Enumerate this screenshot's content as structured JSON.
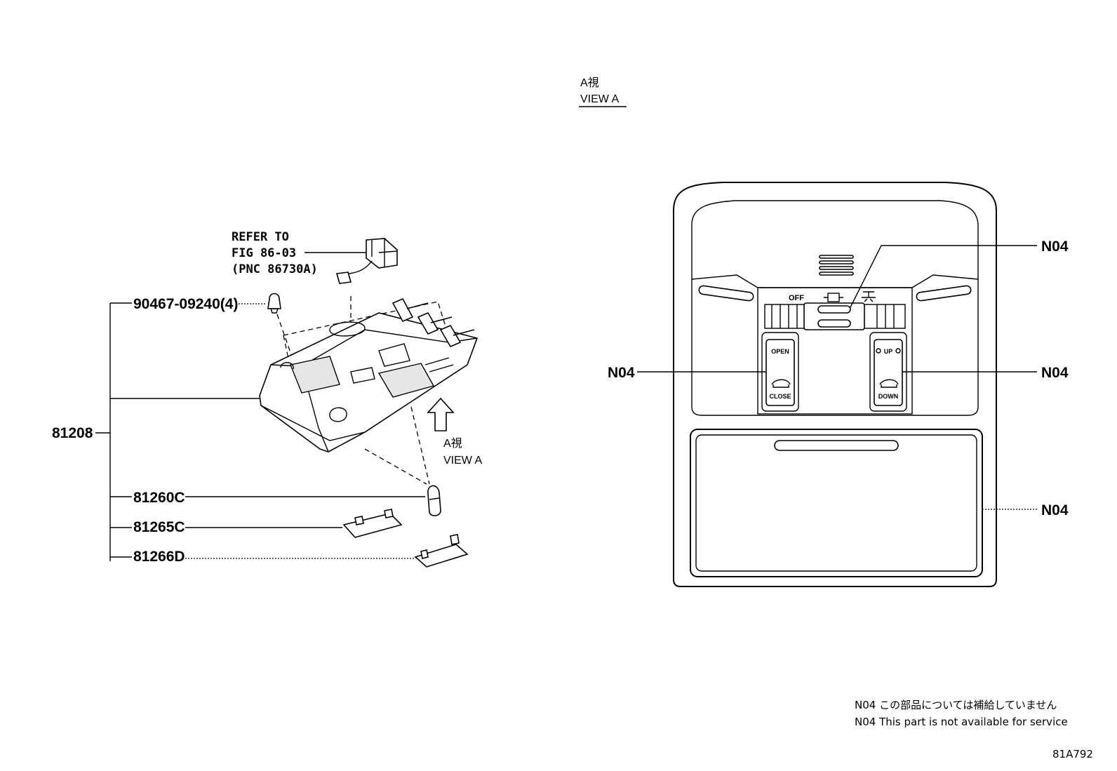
{
  "view_label": {
    "jp": "A視",
    "en": "VIEW A"
  },
  "arrow_view_label": {
    "jp": "A視",
    "en": "VIEW A"
  },
  "refer_note": {
    "line1": "REFER TO",
    "line2": "FIG 86-03",
    "line3": "(PNC 86730A)"
  },
  "parts": {
    "main": "81208",
    "screw": "90467-09240(4)",
    "bulb": "81260C",
    "cover1": "81265C",
    "cover2": "81266D"
  },
  "callouts": {
    "top_right": "N04",
    "left": "N04",
    "mid_right": "N04",
    "bottom_right": "N04"
  },
  "switch_panel": {
    "off": "OFF",
    "left_switch_top": "OPEN",
    "left_switch_bottom": "CLOSE",
    "right_switch_top": "UP",
    "right_switch_bottom": "DOWN"
  },
  "footnote": {
    "jp": "N04 この部品については補給していません",
    "en": "N04 This part is not available for service"
  },
  "figure_id": "81A792"
}
